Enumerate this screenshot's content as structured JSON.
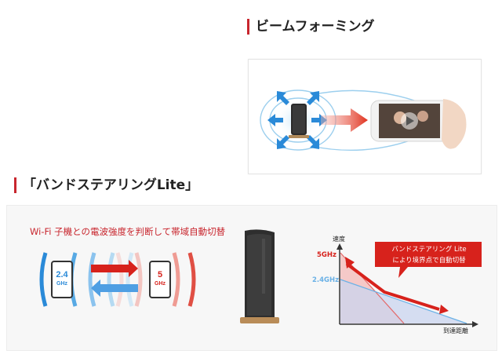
{
  "sections": {
    "beamforming": {
      "title": "ビームフォーミング"
    },
    "bandsteering": {
      "title": "「バンドステアリングLite」",
      "caption": "Wi-Fi 子機との電波強度を判断して帯域自動切替",
      "left_device": {
        "value": "2.4",
        "unit": "GHz"
      },
      "right_device": {
        "value": "5",
        "unit": "GHz"
      },
      "graph": {
        "y_label": "速度",
        "x_label": "到達距離",
        "label_5ghz": "5GHz",
        "label_24ghz": "2.4GHz",
        "callout_line1": "バンドステアリング Lite",
        "callout_line2": "により境界点で自動切替"
      }
    }
  },
  "colors": {
    "accent": "#c8262e",
    "blue": "#2a8ad8",
    "light_blue": "#7fc3ee"
  }
}
